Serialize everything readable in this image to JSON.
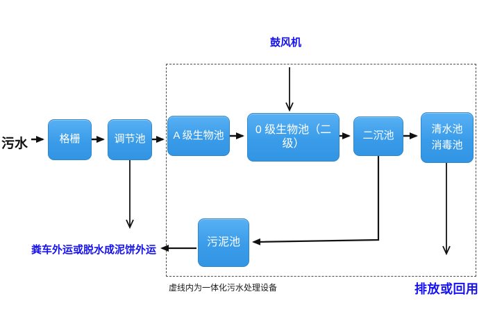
{
  "diagram": {
    "influent_label": "污水",
    "blower_label": "鼓风机",
    "nodes": {
      "grid": {
        "label": "格栅"
      },
      "regulating": {
        "label": "调节池"
      },
      "a_bio": {
        "label": "A 级生物池"
      },
      "o_bio": {
        "label": "0 级生物池（二级）"
      },
      "secondary_sed": {
        "label": "二沉池"
      },
      "clear_water": {
        "line1": "清水池",
        "line2": "消毒池"
      },
      "sludge": {
        "label": "污泥池"
      }
    },
    "sludge_disposal_label": "粪车外运或脱水成泥饼外运",
    "boundary_caption": "虚线内为一体化污水处理设备",
    "discharge_label": "排放或回用",
    "edges": [
      "污水 → 格栅",
      "格栅 → 调节池",
      "调节池 → A 级生物池",
      "调节池 → 粪车外运或脱水成泥饼外运",
      "鼓风机 → 0 级生物池（二级）",
      "A 级生物池 → 0 级生物池（二级）",
      "0 级生物池（二级） → 二沉池",
      "二沉池 → 清水池/消毒池",
      "二沉池 → 污泥池",
      "污泥池 → 粪车外运或脱水成泥饼外运",
      "清水池/消毒池 → 排放或回用"
    ],
    "colors": {
      "node_fill_top": "#58b0f3",
      "node_fill_bottom": "#3295e3",
      "node_border": "#2e86cd",
      "node_text": "#ffffff",
      "highlight_text": "#1512ee",
      "plain_text": "#111111",
      "arrow": "#111111",
      "boundary_dash": "#4a4a4a"
    }
  }
}
